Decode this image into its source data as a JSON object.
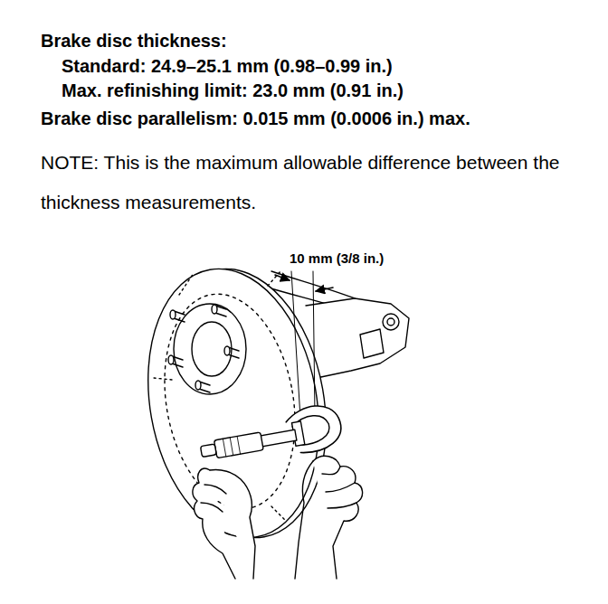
{
  "diagram": {
    "labels": [
      "Brake disc thickness:",
      "Standard: 24.9–25.1 mm (0.98–0.99 in.)",
      "Max. refinishing limit: 23.0 mm (0.91 in.)",
      "Brake disc parallelism: 0.015 mm (0.0006 in.) max.",
      "NOTE: This is the maximum allowable difference between the thickness measurements.",
      "10 mm (3/8 in.)"
    ]
  }
}
